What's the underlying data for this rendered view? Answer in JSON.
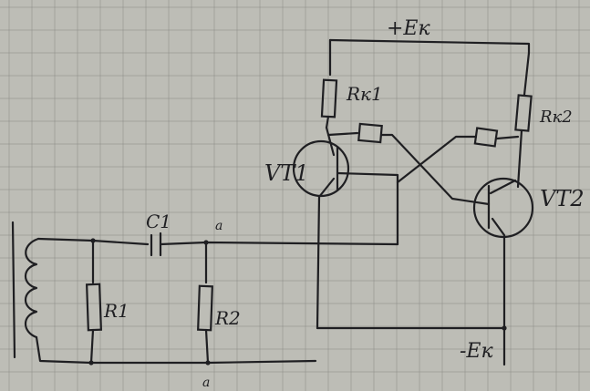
{
  "labels": {
    "supply_pos": "+Eк",
    "supply_neg": "-Eк",
    "c1": "C1",
    "r1": "R1",
    "r2": "R2",
    "rk1": "Rк1",
    "rk2": "Rк2",
    "vt1": "VT1",
    "vt2": "VT2",
    "node_top": "a",
    "node_bottom": "a"
  },
  "colors": {
    "paper": "#bdbdb6",
    "ink": "#1f1f22",
    "grid": "#8e8e88"
  }
}
